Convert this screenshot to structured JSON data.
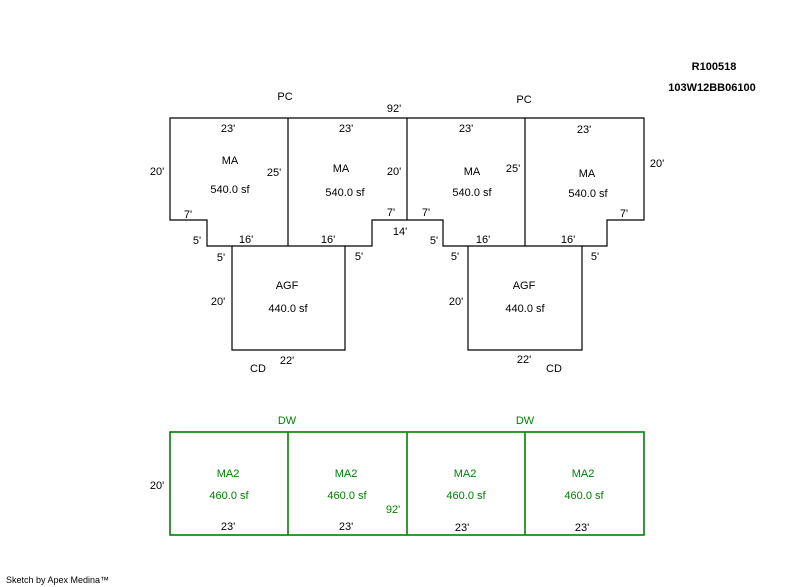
{
  "header": {
    "parcel_id": "R100518",
    "map_number": "103W12BB06100"
  },
  "credit": "Sketch by Apex Medina™",
  "upper": {
    "labels": {
      "pc_left": "PC",
      "pc_right": "PC",
      "total_width": "92'",
      "cd_left": "CD",
      "cd_right": "CD"
    },
    "units": [
      {
        "code": "MA",
        "area": "540.0 sf"
      },
      {
        "code": "MA",
        "area": "540.0 sf"
      },
      {
        "code": "MA",
        "area": "540.0 sf"
      },
      {
        "code": "MA",
        "area": "540.0 sf"
      }
    ],
    "garages": [
      {
        "code": "AGF",
        "area": "440.0 sf"
      },
      {
        "code": "AGF",
        "area": "440.0 sf"
      }
    ],
    "dims": {
      "top_u1": "23'",
      "top_u2": "23'",
      "top_u3": "23'",
      "top_u4": "23'",
      "left_side": "20'",
      "right_side": "20'",
      "inner_25_a": "25'",
      "inner_20": "20'",
      "inner_25_b": "25'",
      "step_7_a": "7'",
      "step_7_b": "7'",
      "step_7_c": "7'",
      "step_7_d": "7'",
      "step_5_a": "5'",
      "step_5_b": "5'",
      "step_5_c": "5'",
      "step_5_d": "5'",
      "step_5_e": "5'",
      "step_5_f": "5'",
      "seg_16_a": "16'",
      "seg_16_b": "16'",
      "seg_16_c": "16'",
      "seg_16_d": "16'",
      "mid_14": "14'",
      "gar_20_a": "20'",
      "gar_20_b": "20'",
      "gar_22_a": "22'",
      "gar_22_b": "22'"
    }
  },
  "lower": {
    "labels": {
      "dw_left": "DW",
      "dw_right": "DW"
    },
    "units": [
      {
        "code": "MA2",
        "area": "460.0 sf"
      },
      {
        "code": "MA2",
        "area": "460.0 sf"
      },
      {
        "code": "MA2",
        "area": "460.0 sf"
      },
      {
        "code": "MA2",
        "area": "460.0 sf"
      }
    ],
    "dims": {
      "height": "20'",
      "width_total": "92'",
      "bottom_u1": "23'",
      "bottom_u2": "23'",
      "bottom_u3": "23'",
      "bottom_u4": "23'"
    }
  }
}
